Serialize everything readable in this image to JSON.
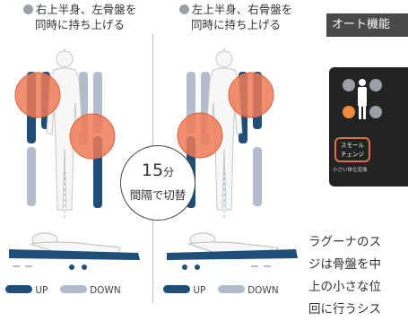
{
  "left": {
    "caption_line1": "右上半身、左骨盤を",
    "caption_line2": "同時に持ち上げる"
  },
  "right": {
    "caption_line1": "左上半身、右骨盤を",
    "caption_line2": "同時に持ち上げる"
  },
  "center": {
    "minutes_num": "15",
    "minutes_unit": "分",
    "interval_text": "間隔で切替"
  },
  "legend": {
    "up": "UP",
    "down": "DOWN"
  },
  "auto": {
    "badge": "オート機能",
    "button_line1": "スモール",
    "button_line2": "チェンジ",
    "button_caption": "小さい体位変換"
  },
  "description": [
    "ラグーナのス",
    "ジは骨盤を中",
    "上の小さな位",
    "回に行うシス"
  ],
  "colors": {
    "up": "#1f4e79",
    "down": "#b3bccb",
    "highlight": "#ee7a57",
    "panel": "#232323"
  }
}
